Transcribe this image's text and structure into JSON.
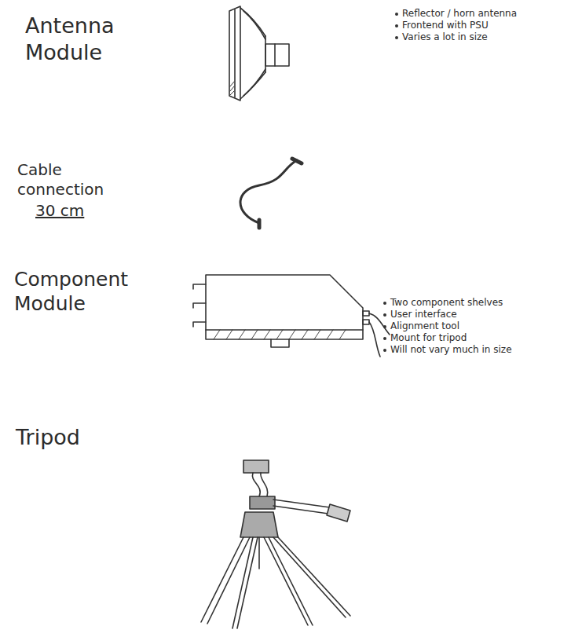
{
  "diagram": {
    "labels": [
      "Antenna Module",
      "Reflector / horn antenna",
      "Frontend with PSU",
      "Varies a lot in size",
      "Cable connection",
      "30 cm",
      "Component Module",
      "Two component shelves",
      "User interface",
      "Alignment tool",
      "Mount for tripod",
      "Will not vary much in size",
      "Tripod"
    ]
  }
}
